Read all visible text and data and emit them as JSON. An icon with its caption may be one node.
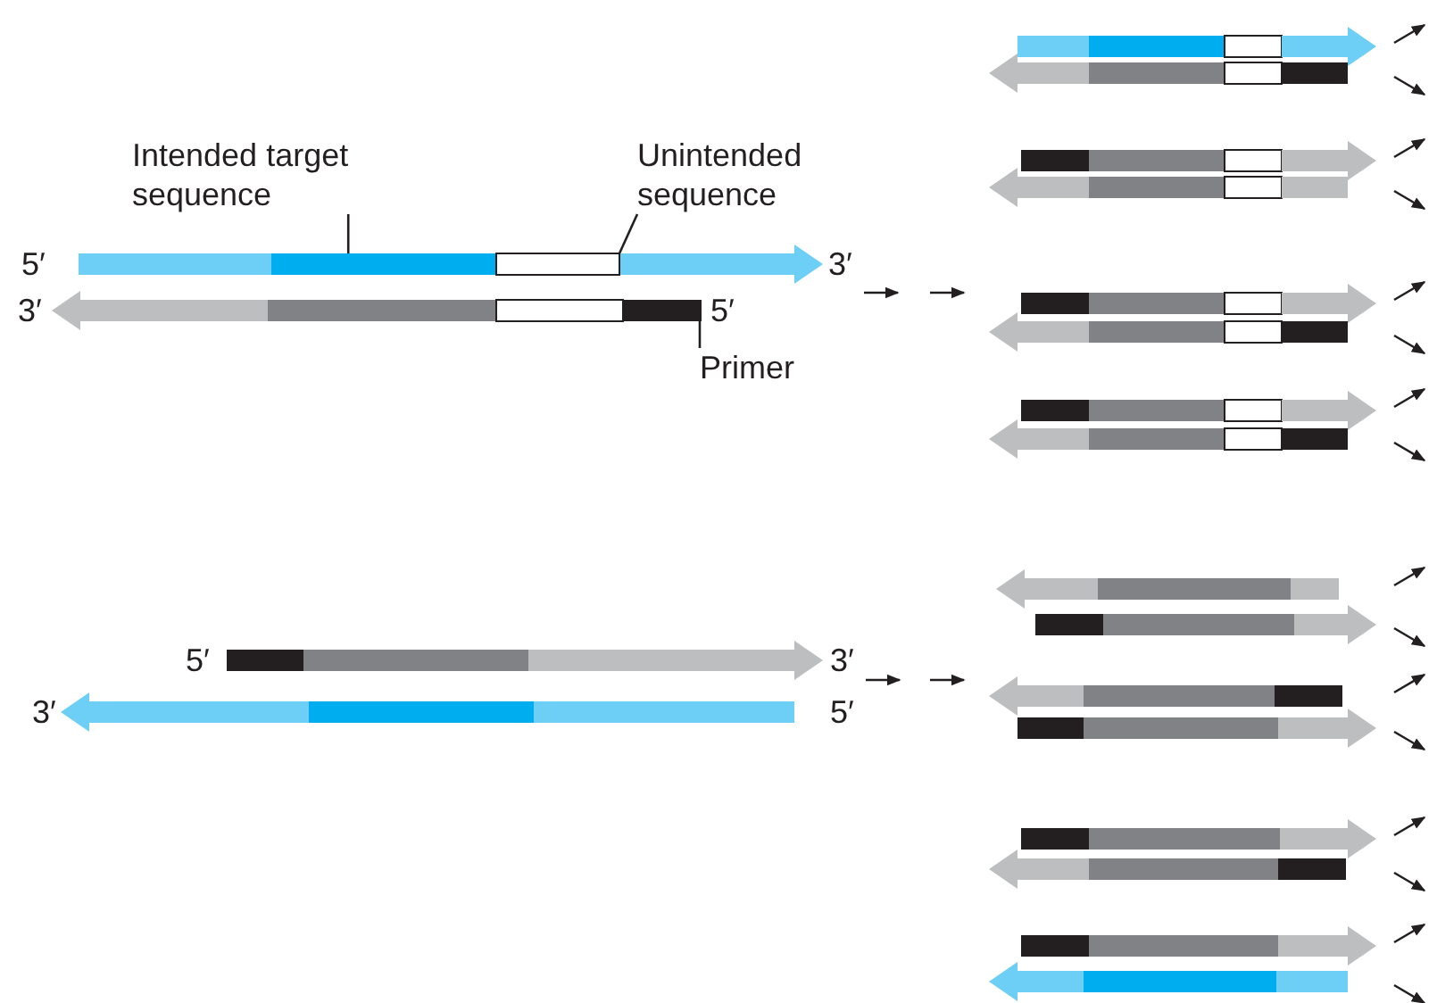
{
  "diagram": {
    "nodes": [
      {
        "text": [
          "Intended target sequence"
        ]
      },
      {
        "text": [
          "Unintended sequence"
        ]
      },
      {
        "text": [
          "Primer"
        ]
      },
      {
        "text": [],
        "shape": "bar"
      },
      {
        "text": [],
        "shape": "bar"
      },
      {
        "text": [],
        "shape": "bar"
      }
    ],
    "edges": [
      {
        "from": 0,
        "to": 3,
        "arrow": "none"
      },
      {
        "from": 1,
        "to": 4,
        "arrow": "none"
      },
      {
        "from": 2,
        "to": 5,
        "arrow": "none"
      }
    ],
    "labels": [
      "5′",
      "3′",
      "3′",
      "5′",
      "5′",
      "3′",
      "3′",
      "5′"
    ]
  }
}
